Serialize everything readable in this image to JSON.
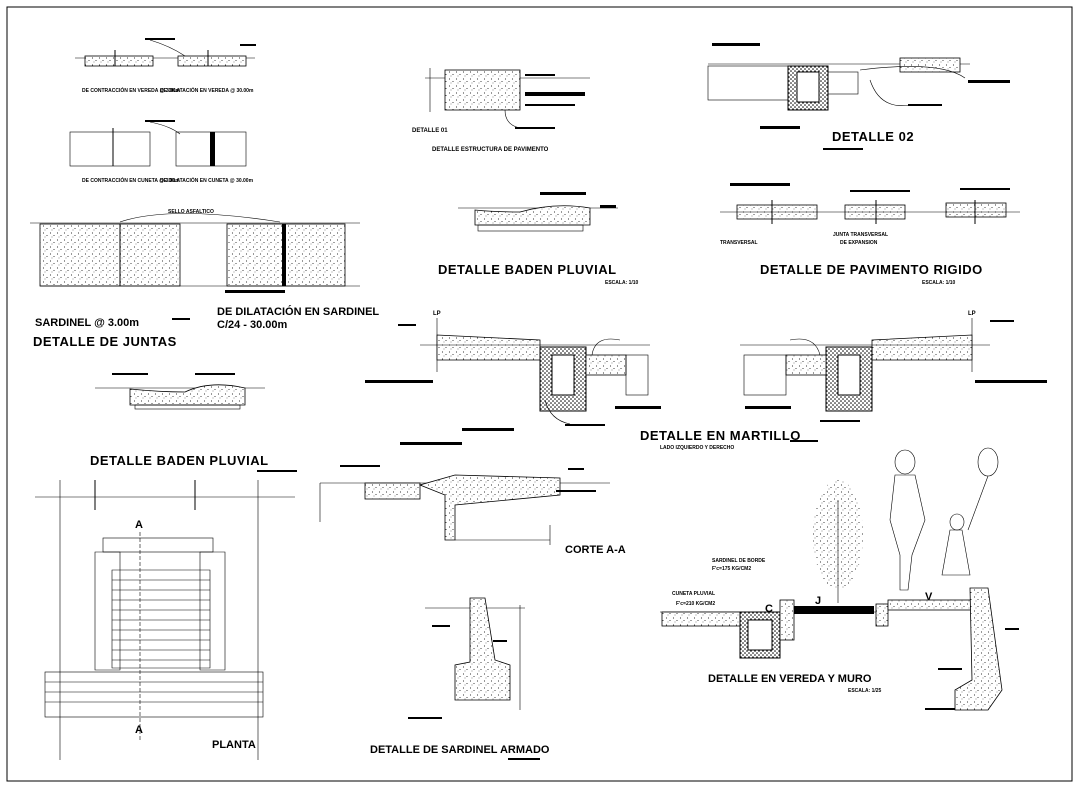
{
  "sheet": {
    "labels": {
      "contraccion_vereda": "DE CONTRACCIÓN EN VEREDA @ 3.00m",
      "dilatacion_vereda": "DE DILATACIÓN EN VEREDA @ 30.00m",
      "contraccion_cuneta": "DE CONTRACCIÓN EN CUNETA @ 3.00m",
      "dilatacion_cuneta": "DE DILATACIÓN EN CUNETA @ 30.00m",
      "sello_asfaltico": "SELLO ASFALTICO",
      "dilatacion_sardinel_1": "DE DILATACIÓN EN SARDINEL",
      "dilatacion_sardinel_2": "C/24 - 30.00m",
      "sardinel": "SARDINEL @ 3.00m",
      "detalle_juntas": "DETALLE DE JUNTAS",
      "detalle_01": "DETALLE 01",
      "estructura_pavimento": "DETALLE ESTRUCTURA DE PAVIMENTO",
      "detalle_02": "DETALLE  02",
      "baden_pluvial_top": "DETALLE BADEN PLUVIAL",
      "escala_baden": "ESCALA: 1/10",
      "junta_transversal": "TRANSVERSAL",
      "junta_expansion_1": "JUNTA TRANSVERSAL",
      "junta_expansion_2": "DE EXPANSION",
      "pavimento_rigido": "DETALLE DE PAVIMENTO RIGIDO",
      "escala_pavimento": "ESCALA: 1/10",
      "lp_left": "LP",
      "lp_right": "LP",
      "martillo": "DETALLE  EN MARTILLO",
      "martillo_sub": "LADO IZQUIERDO Y DERECHO",
      "baden_pluvial_left": "DETALLE BADEN PLUVIAL",
      "corte_aa": "CORTE A-A",
      "section_a_top": "A",
      "section_a_bottom": "A",
      "planta": "PLANTA",
      "sardinel_armado": "DETALLE DE SARDINEL ARMADO",
      "sardinel_borde_1": "SARDINEL DE BORDE",
      "sardinel_borde_2": "F'c=175 KG/CM2",
      "cuneta_pluvial_1": "CUNETA PLUVIAL",
      "cuneta_pluvial_2": "F'c=210 KG/CM2",
      "letter_c": "C",
      "letter_j": "J",
      "letter_v": "V",
      "vereda_muro": "DETALLE EN VEREDA Y MURO",
      "escala_vereda": "ESCALA: 1/25"
    }
  }
}
